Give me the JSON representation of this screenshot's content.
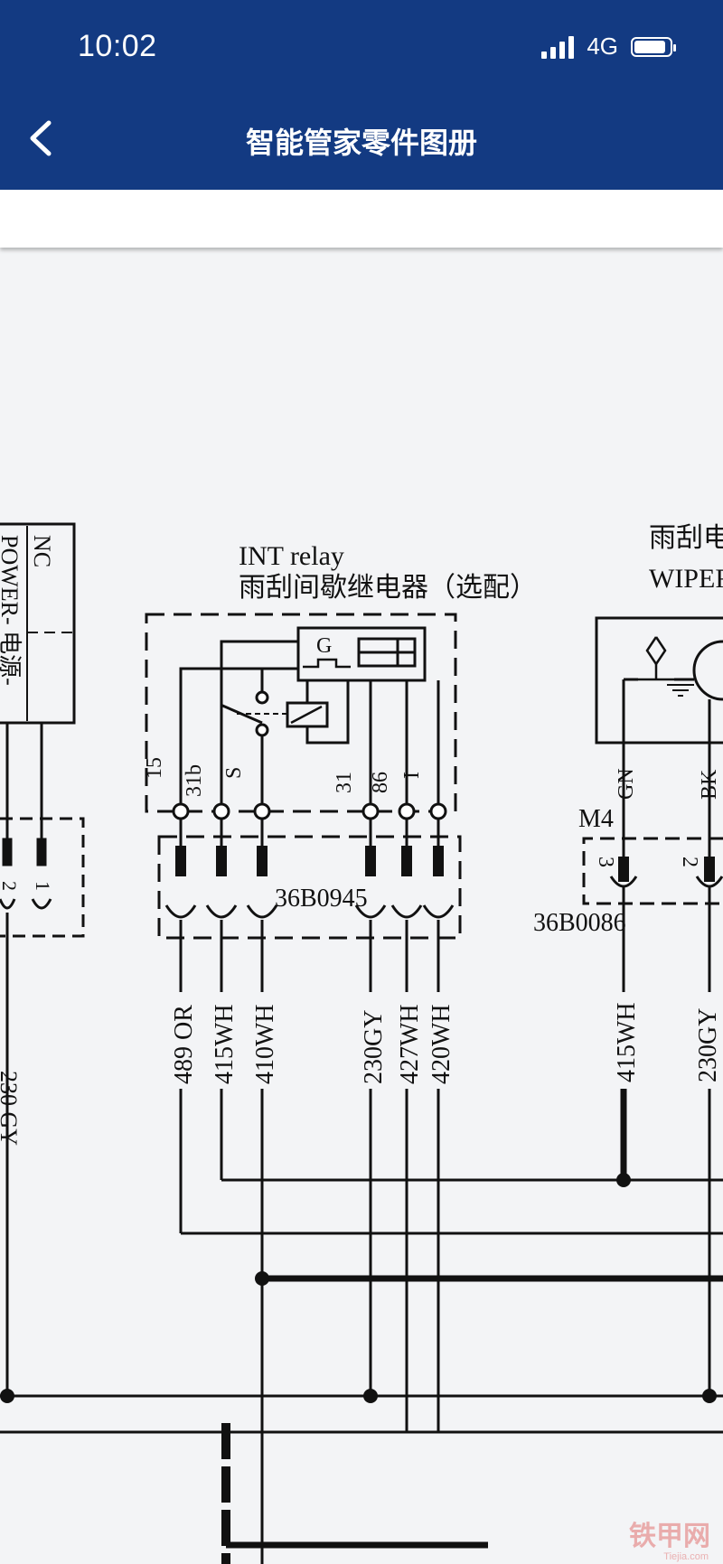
{
  "status": {
    "time": "10:02",
    "network": "4G",
    "battery_level": 0.9
  },
  "header": {
    "title": "智能管家零件图册"
  },
  "diagram": {
    "left_module": {
      "pin_nc": "NC",
      "pin_power": "POWER- 电源-",
      "pins": [
        "2",
        "1"
      ],
      "wire": "230 GY"
    },
    "relay": {
      "title_en": "INT relay",
      "title_cn": "雨刮间歇继电器（选配）",
      "g_label": "G",
      "pins": [
        "15",
        "31b",
        "S",
        "31",
        "86",
        "I"
      ],
      "connector": "36B0945",
      "wires": [
        "489 OR",
        "415WH",
        "410WH",
        "230GY",
        "427WH",
        "420WH"
      ]
    },
    "wiper": {
      "title_cn": "雨刮电",
      "title_en": "WIPER",
      "pins": [
        "GN",
        "BK"
      ],
      "connector_id": "M4",
      "connector_pins": [
        "3",
        "2"
      ],
      "connector": "36B0086",
      "wires": [
        "415WH",
        "230GY"
      ]
    }
  },
  "watermark": {
    "main": "铁甲网",
    "sub": "Tiejia.com"
  }
}
